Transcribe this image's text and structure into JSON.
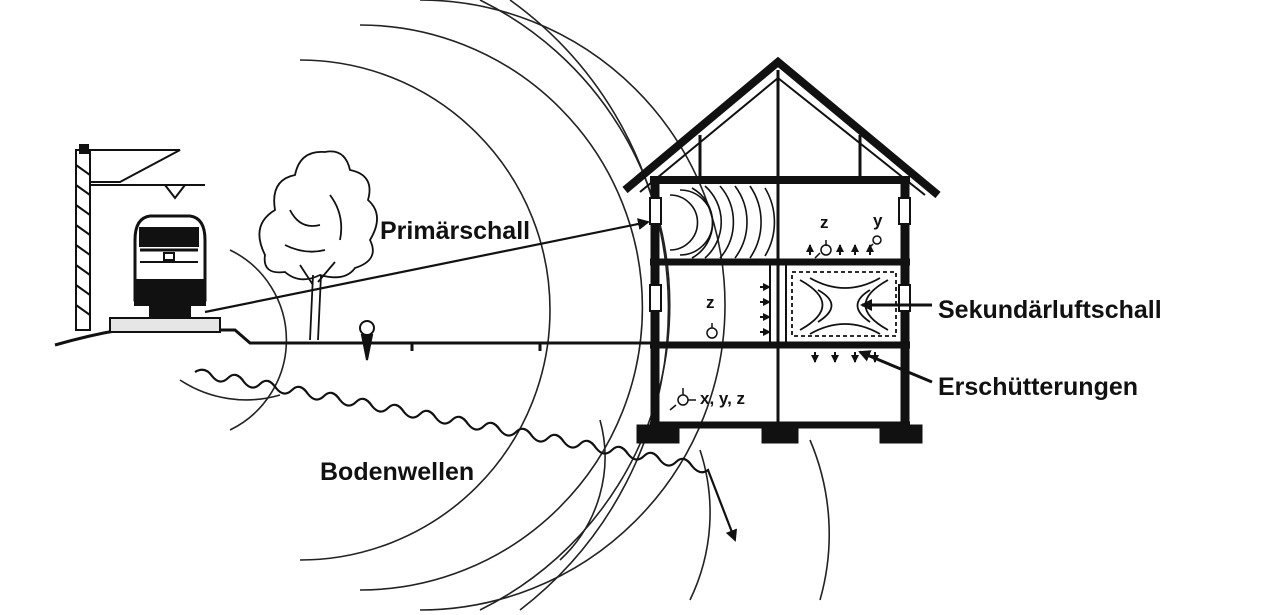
{
  "labels": {
    "primaerschall": "Primärschall",
    "sekundaerluftschall": "Sekundärluftschall",
    "erschuetterungen": "Erschütterungen",
    "bodenwellen": "Bodenwellen",
    "axis_z_upper_right": "z",
    "axis_y_upper_right": "y",
    "axis_z_middle_left": "z",
    "axis_xyz_basement": "x, y, z"
  },
  "colors": {
    "ink": "#111111",
    "background": "#ffffff"
  }
}
